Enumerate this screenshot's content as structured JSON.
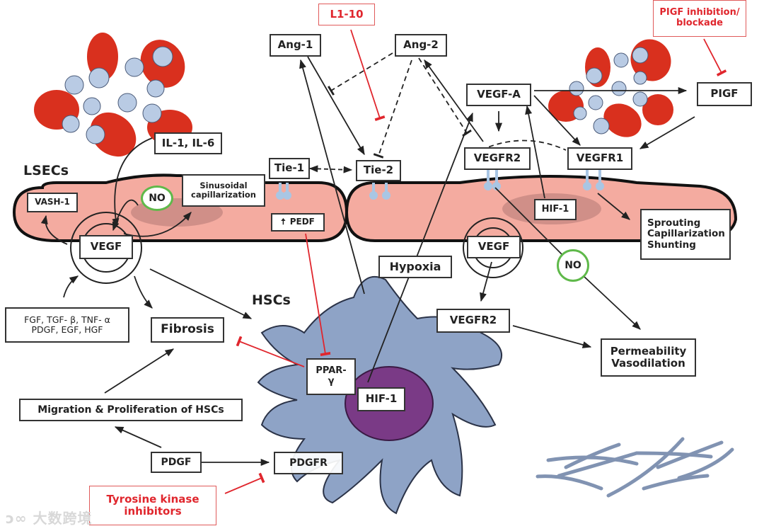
{
  "title": "VEGF / angiogenesis signalling in liver sinusoids",
  "colors": {
    "lsec_fill": "#f4aba0",
    "nucleus_fill": "#c98a84",
    "hsc_fill": "#8ea3c6",
    "hsc_nucleus": "#7a3a86",
    "rbc_fill": "#d9301e",
    "platelet_fill": "#b9cbe4",
    "inhibitor_red": "#e0262d",
    "no_ring": "#5fb94a",
    "fiber": "#8193b2"
  },
  "regions": {
    "lsecs": "LSECs",
    "hscs": "HSCs"
  },
  "nodes": {
    "il": "IL-1, IL-6",
    "vash1": "VASH-1",
    "no_left": "NO",
    "sinusoidal": "Sinusoidal\ncapillarization",
    "vegf_left": "VEGF",
    "tie1": "Tie-1",
    "tie2": "Tie-2",
    "pedf": "PEDF",
    "pedf_arrow": "🠅",
    "ang1": "Ang-1",
    "ang2": "Ang-2",
    "l110": "L1-10",
    "vegfa": "VEGF-A",
    "vegfr2_top": "VEGFR2",
    "vegfr1": "VEGFR1",
    "pigf": "PIGF",
    "pigf_inh": "PIGF inhibition/\nblockade",
    "hif1_right": "HIF-1",
    "sprouting": "Sprouting\nCapillarization\nShunting",
    "vegf_right": "VEGF",
    "hypoxia": "Hypoxia",
    "no_right": "NO",
    "vegfr2_mid": "VEGFR2",
    "permeability": "Permeability\nVasodilation",
    "growth_factors": "FGF, TGF- β, TNF- α\nPDGF, EGF, HGF",
    "fibrosis": "Fibrosis",
    "migration": "Migration & Proliferation of HSCs",
    "pdgf": "PDGF",
    "pdgfr": "PDGFR",
    "ppar": "PPAR-\nγ",
    "hif1_hsc": "HIF-1",
    "tki": "Tyrosine kinase\ninhibitors"
  },
  "watermark": "大数跨境"
}
